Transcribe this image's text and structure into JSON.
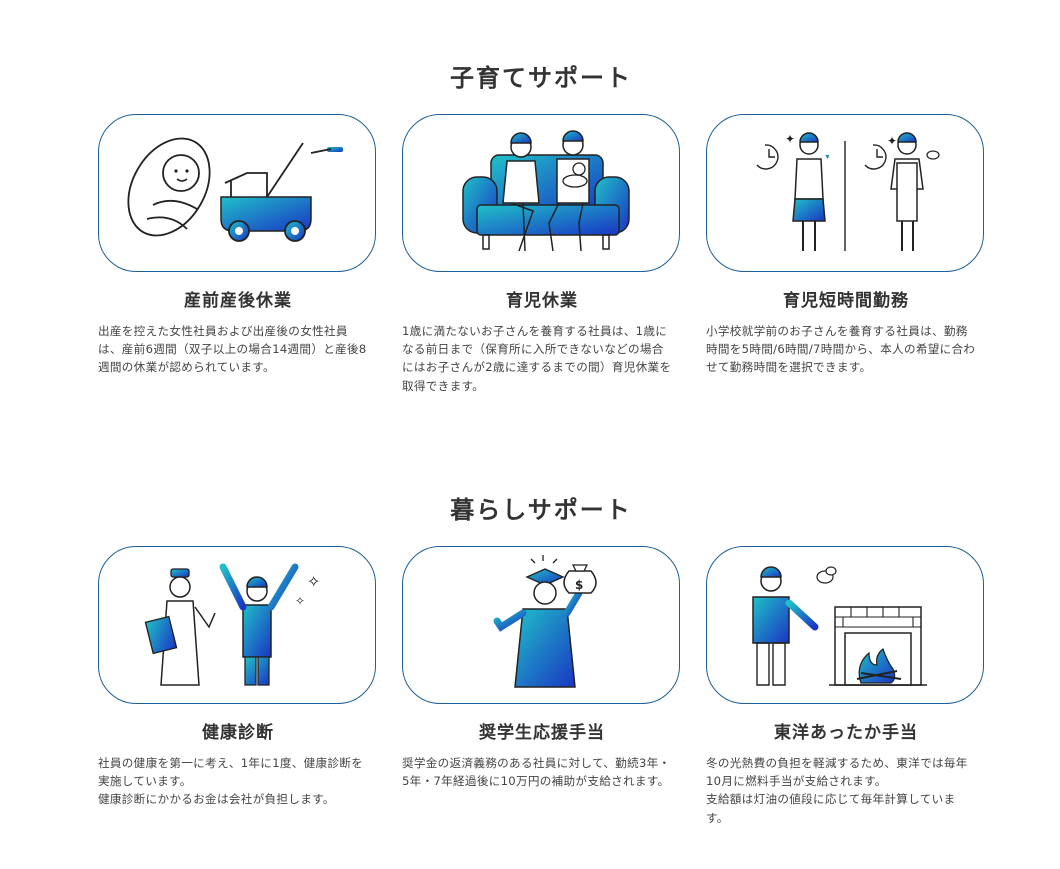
{
  "colors": {
    "border": "#1d5f9a",
    "accent_start": "#1fb5c9",
    "accent_end": "#1a3ec5",
    "text": "#333333"
  },
  "sections": [
    {
      "title": "子育てサポート",
      "cards": [
        {
          "icon": "baby-and-stroller-illustration",
          "title": "産前産後休業",
          "desc": [
            "出産を控えた女性社員および出産後の女性社員は、産前6週間（双子以上の場合14週間）と産後8週間の休業が認められています。"
          ]
        },
        {
          "icon": "family-on-sofa-illustration",
          "title": "育児休業",
          "desc": [
            "1歳に満たないお子さんを養育する社員は、1歳になる前日まで（保育所に入所できないなどの場合にはお子さんが2歳に達するまでの間）育児休業を取得できます。"
          ]
        },
        {
          "icon": "short-hours-work-illustration",
          "title": "育児短時間勤務",
          "desc": [
            "小学校就学前のお子さんを養育する社員は、勤務時間を5時間/6時間/7時間から、本人の希望に合わせて勤務時間を選択できます。"
          ]
        }
      ]
    },
    {
      "title": "暮らしサポート",
      "cards": [
        {
          "icon": "nurse-and-employee-illustration",
          "title": "健康診断",
          "desc": [
            "社員の健康を第一に考え、1年に1度、健康診断を実施しています。",
            "健康診断にかかるお金は会社が負担します。"
          ]
        },
        {
          "icon": "graduate-with-money-bag-illustration",
          "title": "奨学生応援手当",
          "desc": [
            "奨学金の返済義務のある社員に対して、勤続3年・5年・7年経過後に10万円の補助が支給されます。"
          ]
        },
        {
          "icon": "fireplace-warming-illustration",
          "title": "東洋あったか手当",
          "desc": [
            "冬の光熱費の負担を軽減するため、東洋では毎年10月に燃料手当が支給されます。",
            "支給額は灯油の値段に応じて毎年計算しています。"
          ]
        }
      ]
    }
  ]
}
